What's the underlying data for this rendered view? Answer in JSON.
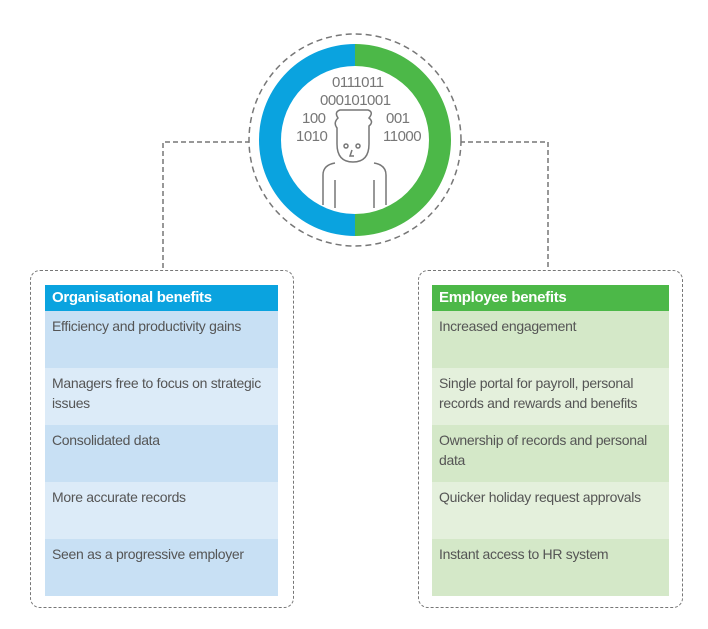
{
  "colors": {
    "org": "#0aa3df",
    "emp": "#4cb848",
    "org_row_a": "#c8e0f4",
    "org_row_b": "#dcebf8",
    "emp_row_a": "#d4e8c8",
    "emp_row_b": "#e4f0dc"
  },
  "center": {
    "binary": [
      "0111011",
      "000101001",
      "100",
      "1010",
      "001",
      "11000"
    ],
    "icon": "person-data-icon"
  },
  "organisational": {
    "title": "Organisational benefits",
    "items": [
      "Efficiency and productivity gains",
      "Managers free to focus on strategic issues",
      "Consolidated data",
      "More accurate records",
      "Seen as a progressive employer"
    ]
  },
  "employee": {
    "title": "Employee benefits",
    "items": [
      "Increased engagement",
      "Single portal for payroll, personal records and rewards and benefits",
      "Ownership of records and personal data",
      "Quicker holiday request approvals",
      "Instant access to  HR system"
    ]
  }
}
